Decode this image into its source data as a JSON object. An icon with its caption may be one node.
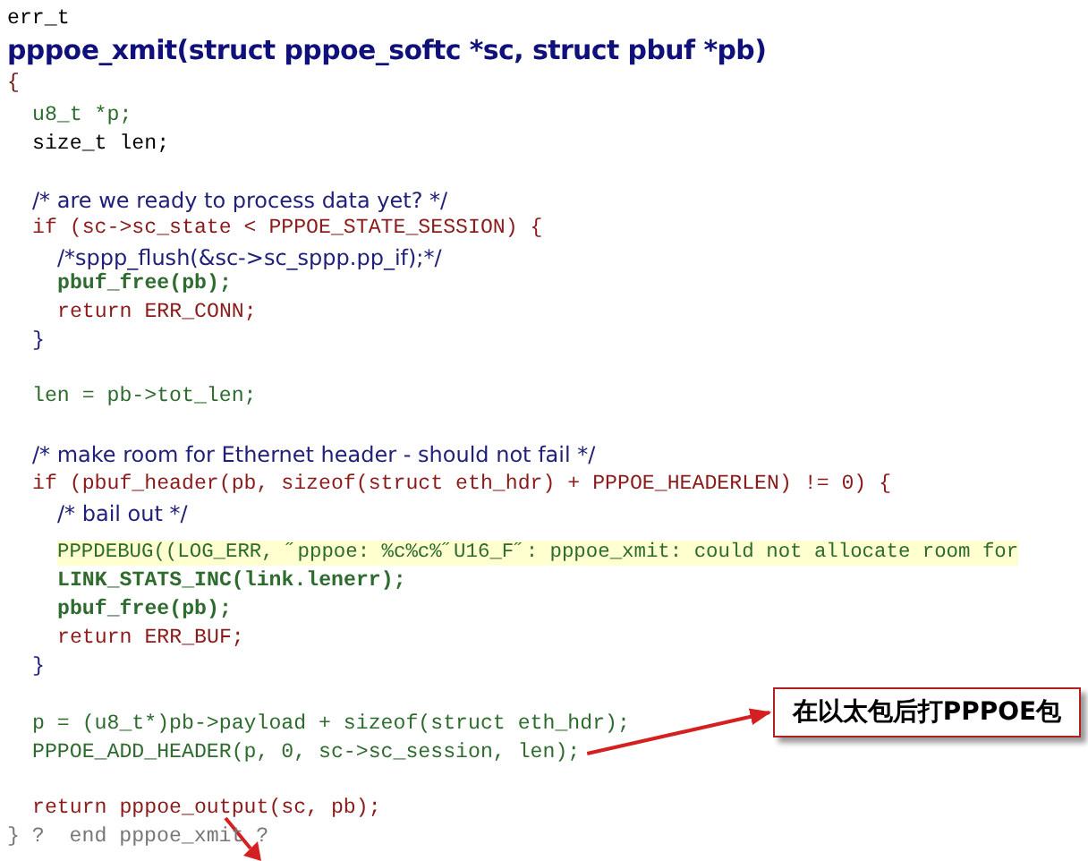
{
  "diagram": {
    "nodes": [
      {
        "text": [
          "在以太包后打PPPOE包"
        ]
      },
      {
        "text": [
          "PPPOE_ADD_HEADER(p, 0, sc->sc_session, len);"
        ]
      }
    ],
    "edges": [
      {
        "from": 1,
        "to": 0,
        "arrow": "to",
        "color": "#d42020"
      }
    ],
    "labels": [
      "err_t",
      "pppoe_xmit(struct pppoe_softc *sc, struct pbuf *pb)",
      "{",
      "u8_t *p;",
      "size_t len;",
      "/* are we ready to process data yet? */",
      "if (sc->sc_state < PPPOE_STATE_SESSION) {",
      "/*sppp_flush(&sc->sc_sppp.pp_if);*/",
      "pbuf_free(pb);",
      "return ERR_CONN;",
      "}",
      "len = pb->tot_len;",
      "/* make room for Ethernet header - should not fail */",
      "if (pbuf_header(pb, sizeof(struct eth_hdr) + PPPOE_HEADERLEN) != 0) {",
      "/* bail out */",
      "PPPDEBUG((LOG_ERR, ˝pppoe: %c%c%˝U16_F˝: pppoe_xmit: could not allocate room for",
      "LINK_STATS_INC(link.lenerr);",
      "pbuf_free(pb);",
      "return ERR_BUF;",
      "}",
      "p = (u8_t*)pb->payload + sizeof(struct eth_hdr);",
      "return pppoe_output(sc, pb);",
      "} ?  end pppoe_xmit ?"
    ]
  }
}
